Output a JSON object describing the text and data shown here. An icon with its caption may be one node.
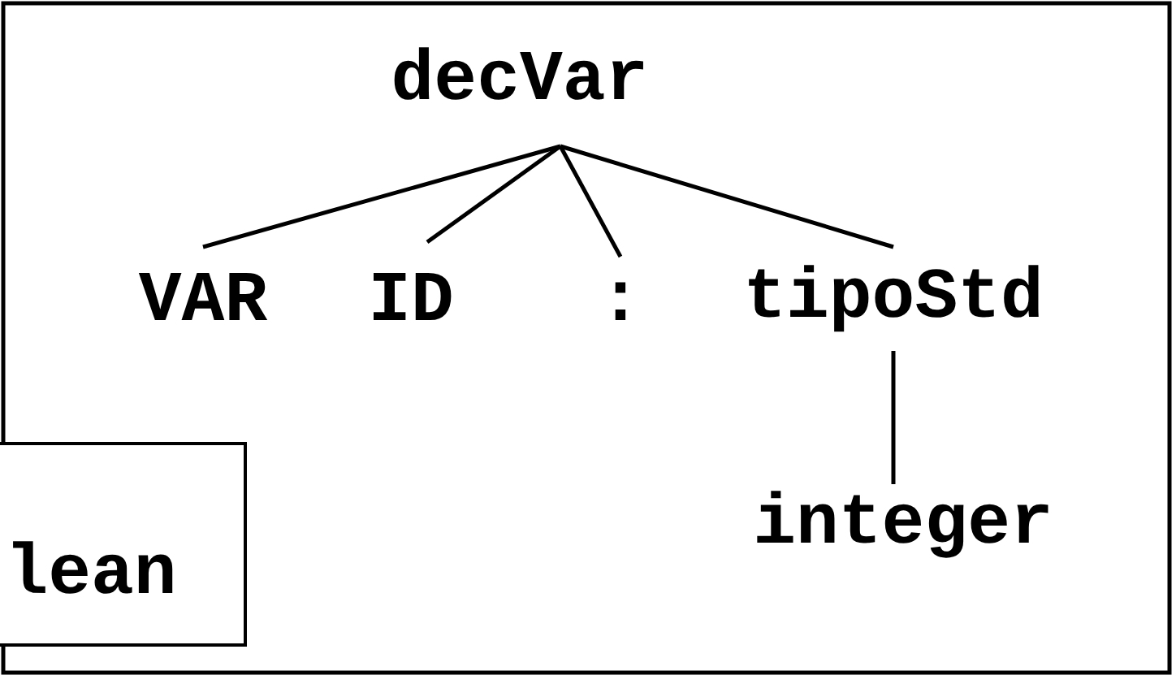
{
  "diagram": {
    "nodes": [
      {
        "text": [
          "decVar"
        ]
      },
      {
        "text": [
          "VAR"
        ]
      },
      {
        "text": [
          "ID"
        ]
      },
      {
        "text": [
          ":"
        ]
      },
      {
        "text": [
          "tipoStd"
        ]
      },
      {
        "text": [
          "integer"
        ]
      },
      {
        "text": [
          "lean"
        ]
      }
    ],
    "edges": [
      {
        "from": 0,
        "to": 1,
        "arrow": "none"
      },
      {
        "from": 0,
        "to": 2,
        "arrow": "none"
      },
      {
        "from": 0,
        "to": 3,
        "arrow": "none"
      },
      {
        "from": 0,
        "to": 4,
        "arrow": "none"
      },
      {
        "from": 4,
        "to": 5,
        "arrow": "none"
      }
    ]
  }
}
